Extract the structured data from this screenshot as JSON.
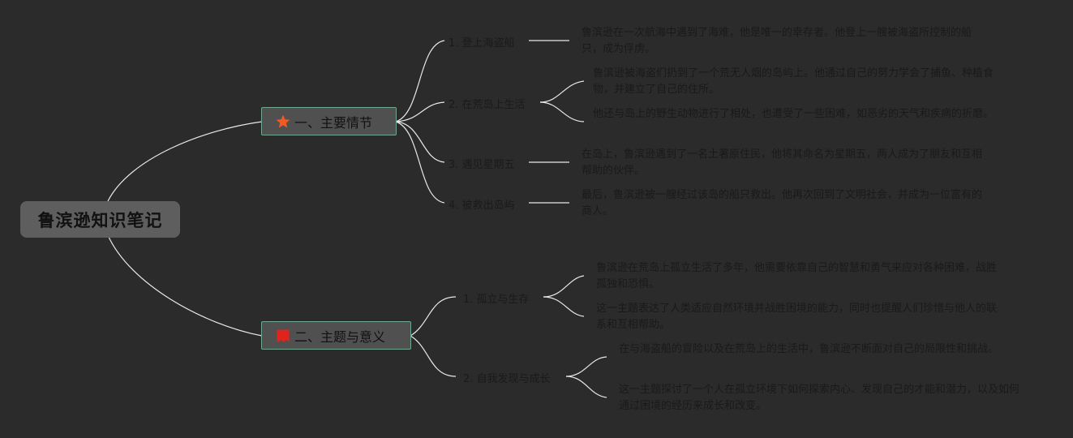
{
  "root": {
    "title": "鲁滨逊知识笔记"
  },
  "branches": [
    {
      "label": "一、主要情节",
      "icon": "star-icon",
      "icon_color": "#f05a23",
      "items": [
        {
          "label": "1. 登上海盗船",
          "notes": [
            "鲁滨逊在一次航海中遇到了海难，他是唯一的幸存者。他登上一艘被海盗所控制的船只，成为俘虏。"
          ]
        },
        {
          "label": "2. 在荒岛上生活",
          "notes": [
            "鲁滨逊被海盗们扔到了一个荒无人烟的岛屿上。他通过自己的努力学会了捕鱼、种植食物，并建立了自己的住所。",
            "他还与岛上的野生动物进行了相处，也遭受了一些困难，如恶劣的天气和疾病的折磨。"
          ]
        },
        {
          "label": "3. 遇见星期五",
          "notes": [
            "在岛上，鲁滨逊遇到了一名土著原住民，他将其命名为星期五，两人成为了朋友和互相帮助的伙伴。"
          ]
        },
        {
          "label": "4. 被救出岛屿",
          "notes": [
            "最后，鲁滨逊被一艘经过该岛的船只救出。他再次回到了文明社会，并成为一位富有的商人。"
          ]
        }
      ]
    },
    {
      "label": "二、主题与意义",
      "icon": "flag-icon",
      "icon_color": "#e0241b",
      "items": [
        {
          "label": "1. 孤立与生存",
          "notes": [
            "鲁滨逊在荒岛上孤立生活了多年，他需要依靠自己的智慧和勇气来应对各种困难，战胜孤独和恐惧。",
            "这一主题表达了人类适应自然环境并战胜困境的能力，同时也提醒人们珍惜与他人的联系和互相帮助。"
          ]
        },
        {
          "label": "2. 自我发现与成长",
          "notes": [
            "在与海盗船的冒险以及在荒岛上的生活中，鲁滨逊不断面对自己的局限性和挑战。",
            "这一主题探讨了一个人在孤立环境下如何探索内心、发现自己的才能和潜力，以及如何通过困境的经历来成长和改变。"
          ]
        }
      ]
    }
  ]
}
